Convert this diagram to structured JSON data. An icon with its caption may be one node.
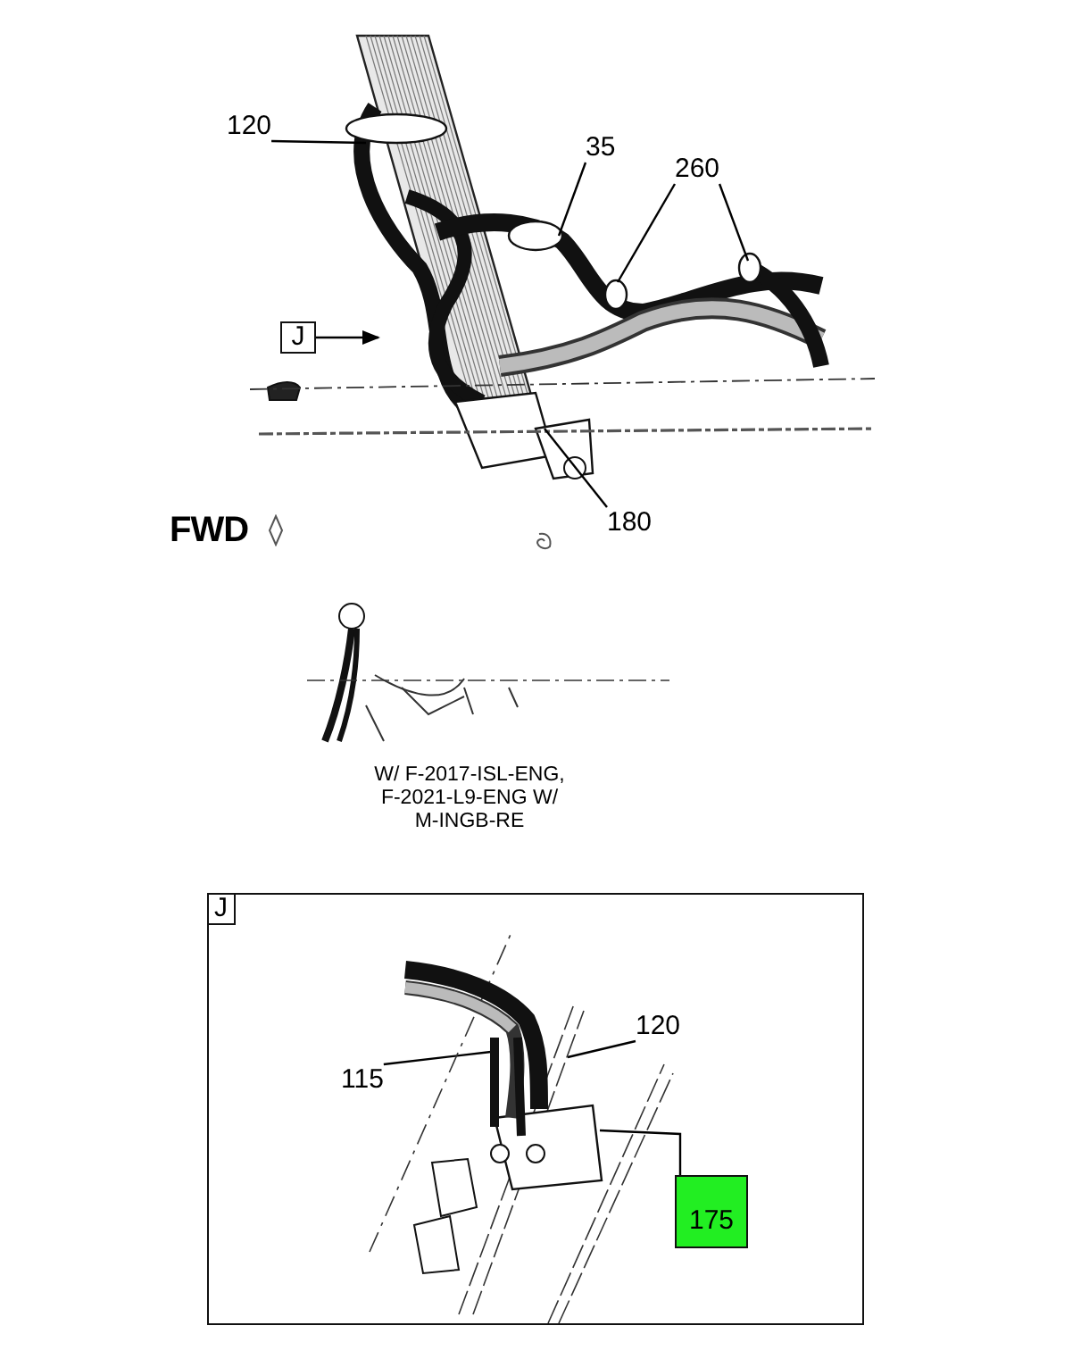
{
  "diagram": {
    "nodes": [
      {
        "text": [
          "120"
        ]
      },
      {
        "text": [
          "35"
        ]
      },
      {
        "text": [
          "260"
        ]
      },
      {
        "text": [
          "J"
        ]
      },
      {
        "text": [
          "180"
        ]
      },
      {
        "text": [
          "J"
        ]
      },
      {
        "text": [
          "115"
        ],
        "in": 5
      },
      {
        "text": [
          "120"
        ],
        "in": 5
      },
      {
        "text": [
          "175"
        ],
        "in": 5
      }
    ],
    "edges": [
      {
        "from": 0,
        "to": null,
        "arrow": "none"
      },
      {
        "from": 1,
        "to": null,
        "arrow": "none"
      },
      {
        "from": 2,
        "to": null,
        "arrow": "none"
      },
      {
        "from": 2,
        "to": null,
        "arrow": "none"
      },
      {
        "from": 3,
        "to": null,
        "arrow": "to"
      },
      {
        "from": 4,
        "to": null,
        "arrow": "none"
      },
      {
        "from": 6,
        "to": null,
        "arrow": "none"
      },
      {
        "from": 7,
        "to": null,
        "arrow": "none"
      },
      {
        "from": 8,
        "to": null,
        "arrow": "none"
      }
    ],
    "labels": [
      "FWD",
      "W/ F-2017-ISL-ENG, F-2021-L9-ENG W/ M-INGB-RE"
    ]
  }
}
